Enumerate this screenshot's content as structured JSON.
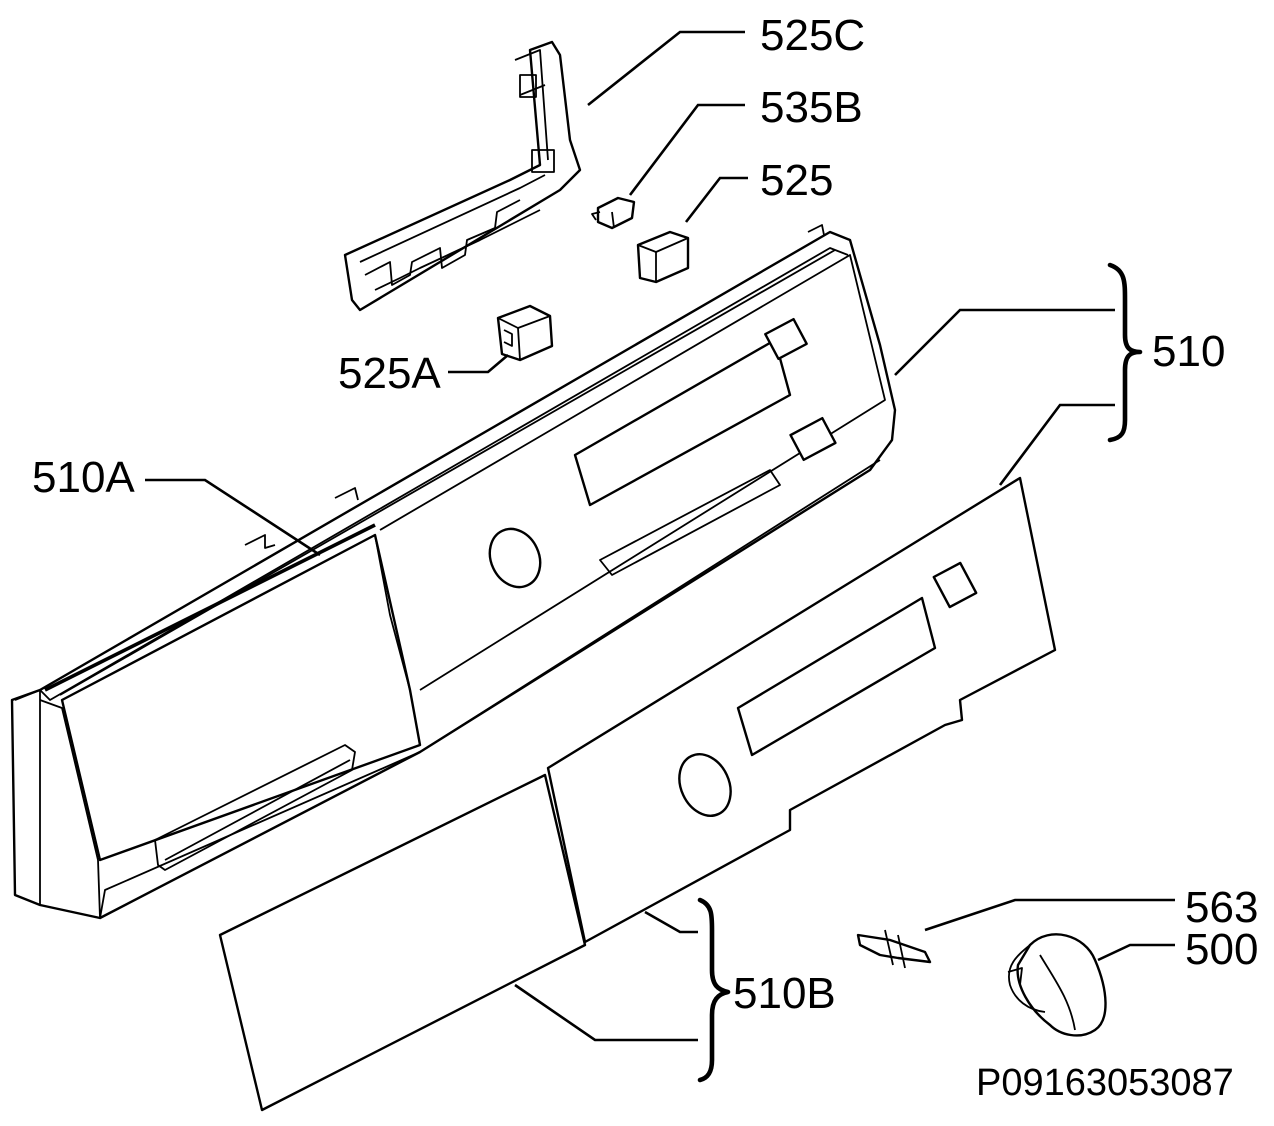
{
  "callouts": {
    "c525C": "525C",
    "c535B": "535B",
    "c525": "525",
    "c525A": "525A",
    "c510": "510",
    "c510A": "510A",
    "c510B": "510B",
    "c563": "563",
    "c500": "500"
  },
  "drawing_code": "P09163053087"
}
